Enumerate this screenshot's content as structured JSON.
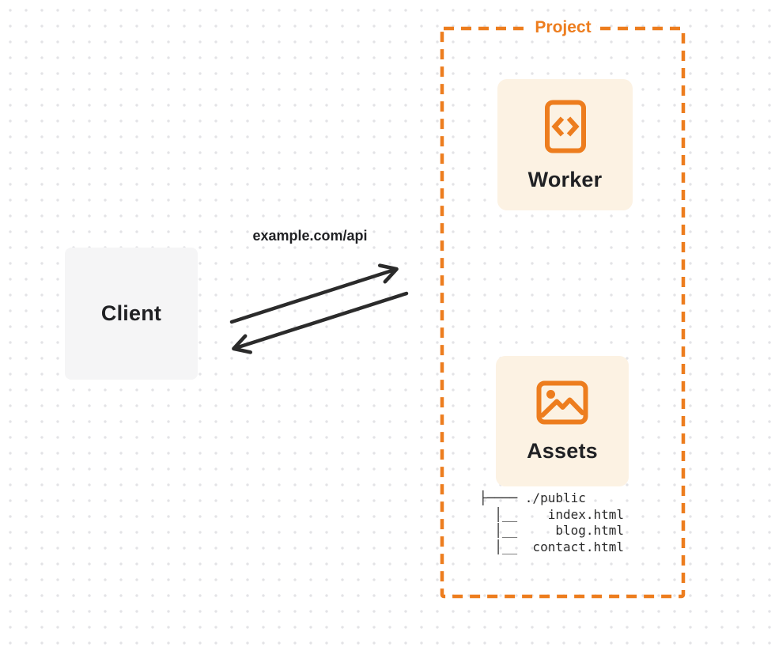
{
  "diagram": {
    "client": {
      "label": "Client"
    },
    "request": {
      "label": "example.com/api"
    },
    "project": {
      "title": "Project",
      "worker": {
        "label": "Worker",
        "icon": "code-icon"
      },
      "assets": {
        "label": "Assets",
        "icon": "image-icon"
      },
      "file_tree": {
        "lines": [
          "├──── ./public",
          "  │__    index.html",
          "  │__     blog.html",
          "  │__  contact.html"
        ]
      }
    },
    "colors": {
      "accent": "#ED7D1E",
      "card_bg": "#FCF2E3",
      "client_bg": "#F5F5F6",
      "arrow": "#2B2B2B",
      "text": "#202124",
      "dot_grid": "#E3E3E6"
    }
  }
}
